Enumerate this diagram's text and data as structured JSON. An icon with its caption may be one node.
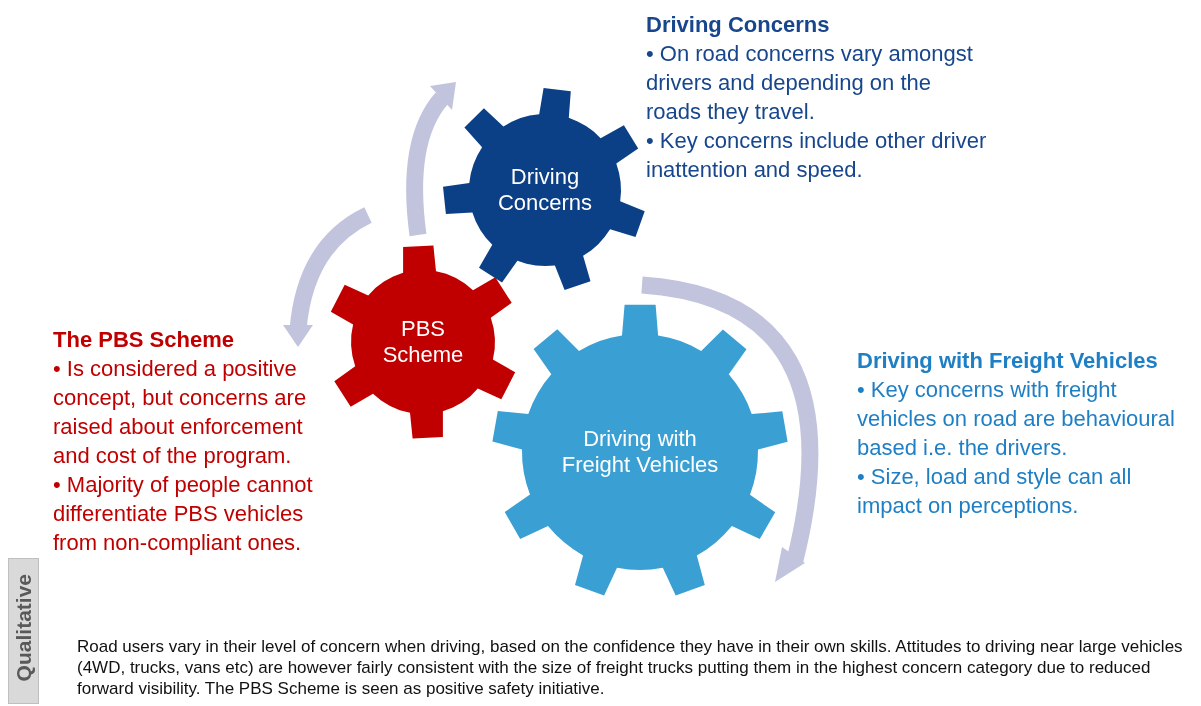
{
  "diagram": {
    "nodes": [
      {
        "text": [
          "Driving Concerns"
        ]
      },
      {
        "text": [
          "PBS Scheme"
        ]
      },
      {
        "text": [
          "Driving with Freight Vehicles"
        ]
      }
    ],
    "edges": [],
    "labels": [
      "Driving Concerns",
      "• On road concerns vary amongst drivers and depending on the roads they travel.",
      "• Key concerns include other driver inattention and speed.",
      "The PBS Scheme",
      "• Is considered a positive concept, but concerns are raised about enforcement and cost of the program.",
      "• Majority of people cannot differentiate PBS vehicles from non-compliant ones.",
      "Driving with Freight Vehicles",
      "• Key concerns with freight vehicles on road are behavioural based i.e. the drivers.",
      "• Size, load and style can all impact on perceptions.",
      "Qualitative",
      "Road users vary in their level of concern when driving, based on the confidence they have in their own skills.  Attitudes to driving near large vehicles (4WD, trucks, vans etc) are however fairly consistent with the size of freight trucks putting them in the highest concern category due to reduced forward visibility. The PBS Scheme is seen as positive safety initiative."
    ]
  }
}
